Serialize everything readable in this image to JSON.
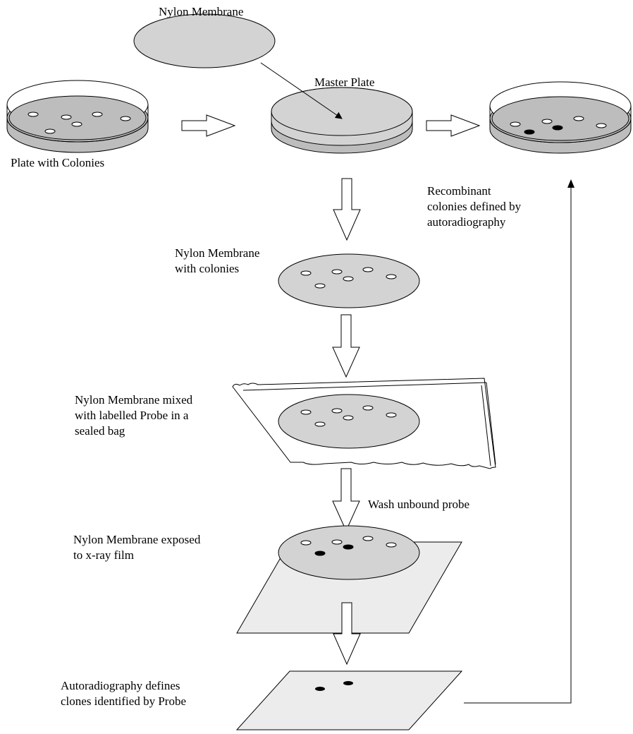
{
  "labels": {
    "nylon_membrane": "Nylon Membrane",
    "master_plate": "Master Plate",
    "plate_with_colonies": "Plate with Colonies",
    "recombinant": "Recombinant\ncolonies defined by\nautoradiography",
    "membrane_with_colonies": "Nylon Membrane\nwith colonies",
    "membrane_mixed": "Nylon Membrane mixed\nwith labelled Probe in a\nsealed bag",
    "wash": "Wash unbound probe",
    "membrane_exposed": "Nylon Membrane exposed\nto x-ray film",
    "autoradiography": "Autoradiography defines\nclones identified by Probe"
  },
  "colors": {
    "membrane_fill": "#d3d3d3",
    "plate_dark": "#bdbdbd",
    "film_fill": "#ececec",
    "stroke": "#000000",
    "marked_colony": "#000000",
    "colony": "#ffffff"
  }
}
